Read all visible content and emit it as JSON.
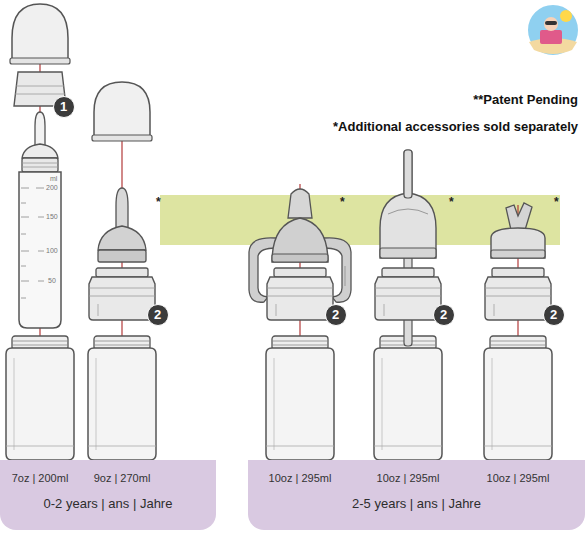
{
  "diagram": {
    "nodes": [
      {
        "text": [
          "1"
        ]
      },
      {
        "text": [
          "2"
        ]
      },
      {
        "text": [
          "2"
        ]
      },
      {
        "text": [
          "2"
        ]
      },
      {
        "text": [
          "2"
        ]
      },
      {
        "text": [
          "7oz | 200ml",
          "9oz | 270ml",
          "0-2 years | ans | Jahre"
        ]
      },
      {
        "text": [
          "10oz | 295ml",
          "10oz | 295ml",
          "10oz | 295ml",
          "2-5 years | ans | Jahre"
        ]
      }
    ],
    "labels": [
      "**Patent Pending",
      "*Additional accessories sold separately",
      "ml",
      "200",
      "150",
      "100",
      "50",
      "*",
      "*",
      "*",
      "*"
    ]
  }
}
